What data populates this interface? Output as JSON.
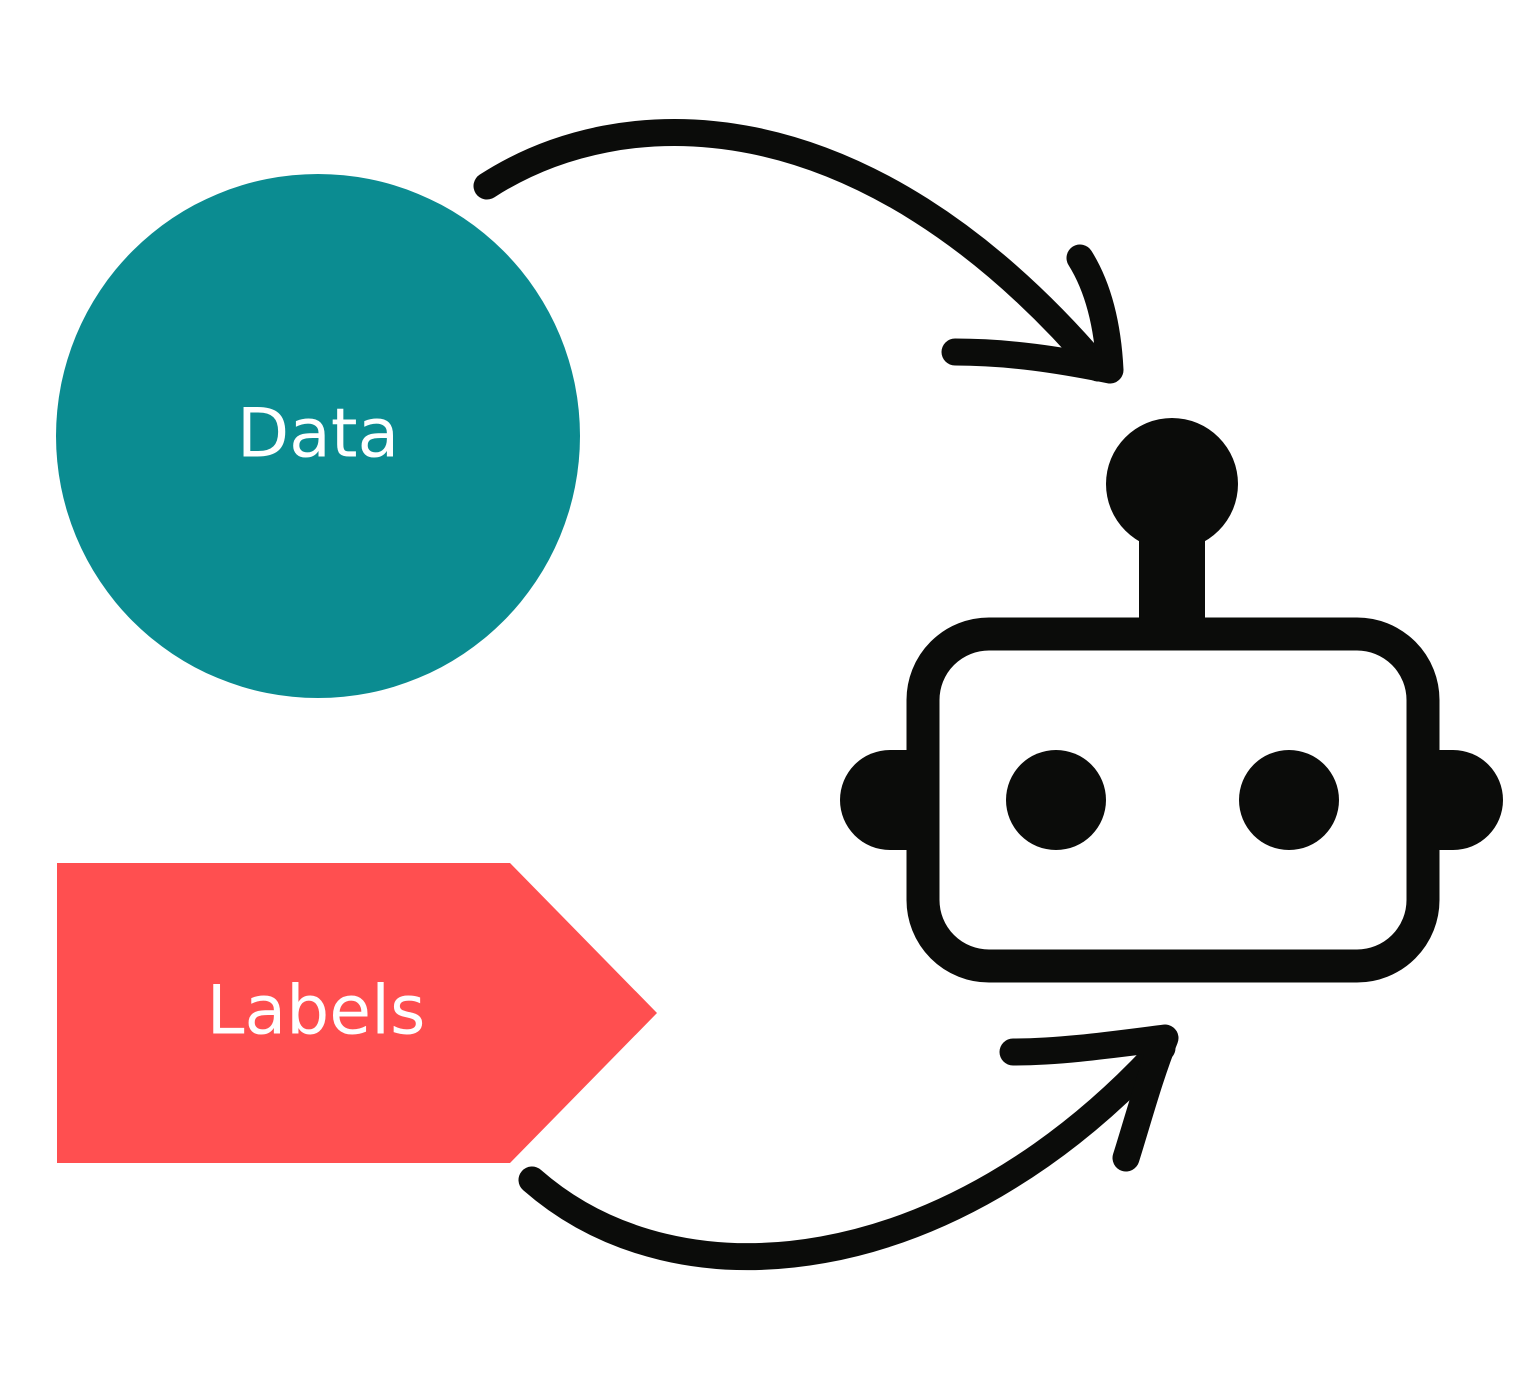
{
  "nodes": {
    "data": {
      "label": "Data",
      "color": "#0b8c91"
    },
    "labels": {
      "label": "Labels",
      "color": "#ff4f50"
    }
  },
  "robot": {
    "icon": "robot-icon",
    "color": "#0b0c0a"
  },
  "arrows": [
    {
      "icon": "curved-arrow-icon",
      "from": "data",
      "to": "robot"
    },
    {
      "icon": "curved-arrow-icon",
      "from": "labels",
      "to": "robot"
    }
  ]
}
